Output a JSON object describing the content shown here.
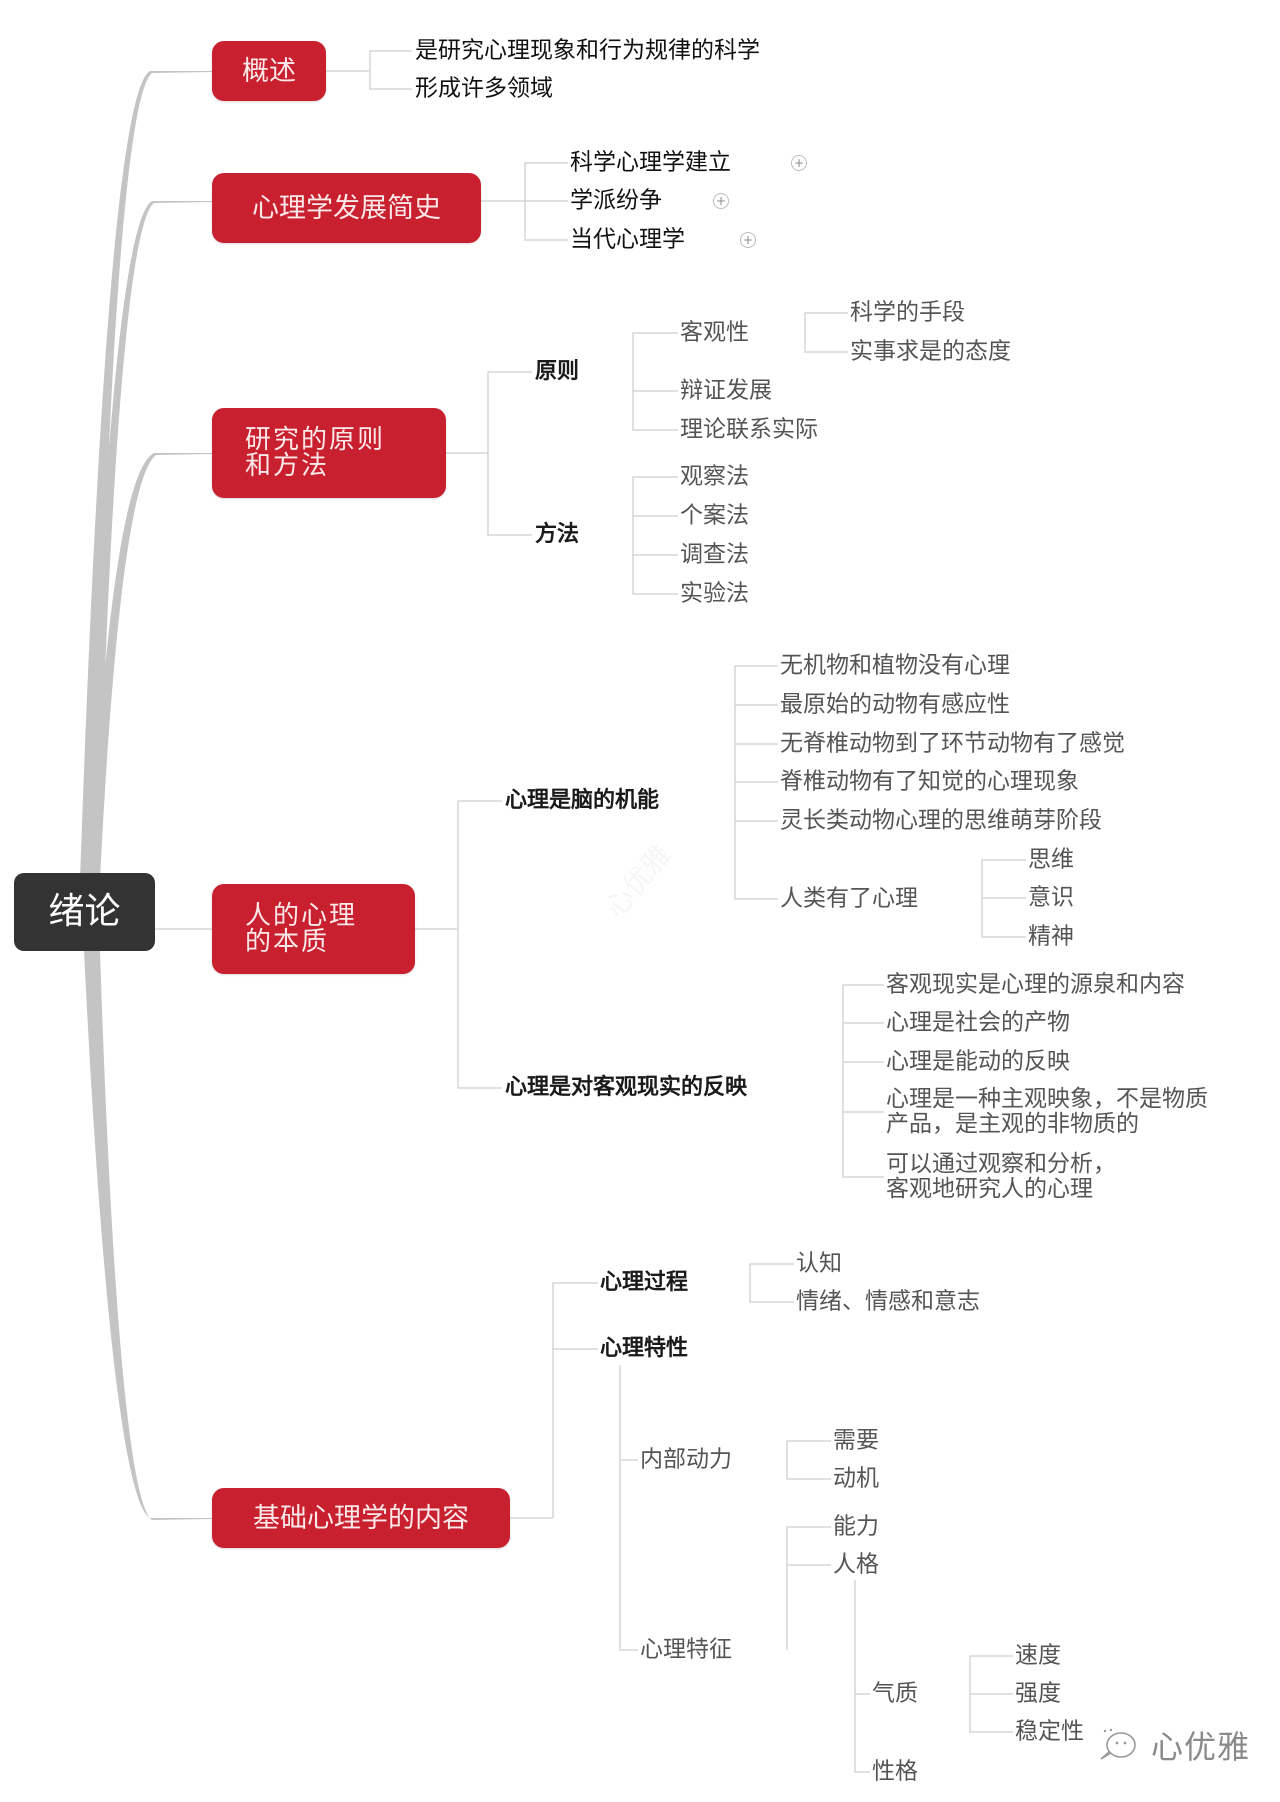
{
  "root": {
    "label": "绪论"
  },
  "branches": {
    "overview": {
      "label": "概述",
      "children": [
        "是研究心理现象和行为规律的科学",
        "形成许多领域"
      ]
    },
    "history": {
      "label": "心理学发展简史",
      "children": [
        {
          "label": "科学心理学建立",
          "collapsed": true
        },
        {
          "label": "学派纷争",
          "collapsed": true
        },
        {
          "label": "当代心理学",
          "collapsed": true
        }
      ],
      "expand_icon": "+"
    },
    "methods": {
      "label_line1": "研究的原则",
      "label_line2": "和方法",
      "principles": {
        "label": "原则",
        "objectivity": {
          "label": "客观性",
          "children": [
            "科学的手段",
            "实事求是的态度"
          ]
        },
        "others": [
          "辩证发展",
          "理论联系实际"
        ]
      },
      "approaches": {
        "label": "方法",
        "children": [
          "观察法",
          "个案法",
          "调查法",
          "实验法"
        ]
      }
    },
    "nature": {
      "label_line1": "人的心理",
      "label_line2": "的本质",
      "brain": {
        "label": "心理是脑的机能",
        "children": [
          "无机物和植物没有心理",
          "最原始的动物有感应性",
          "无脊椎动物到了环节动物有了感觉",
          "脊椎动物有了知觉的心理现象",
          "灵长类动物心理的思维萌芽阶段"
        ],
        "human": {
          "label": "人类有了心理",
          "children": [
            "思维",
            "意识",
            "精神"
          ]
        }
      },
      "reflection": {
        "label": "心理是对客观现实的反映",
        "children": [
          {
            "line1": "客观现实是心理的源泉和内容"
          },
          {
            "line1": "心理是社会的产物"
          },
          {
            "line1": "心理是能动的反映"
          },
          {
            "line1": "心理是一种主观映象，不是物质",
            "line2": "产品，是主观的非物质的"
          },
          {
            "line1": "可以通过观察和分析，",
            "line2": "客观地研究人的心理"
          }
        ]
      }
    },
    "content": {
      "label": "基础心理学的内容",
      "process": {
        "label": "心理过程",
        "children": [
          "认知",
          "情绪、情感和意志"
        ]
      },
      "traits": {
        "label": "心理特性",
        "motivation": {
          "label": "内部动力",
          "children": [
            "需要",
            "动机"
          ]
        },
        "features": {
          "label": "心理特征",
          "ability": "能力",
          "personality": {
            "label": "人格",
            "temperament": {
              "label": "气质",
              "children": [
                "速度",
                "强度",
                "稳定性"
              ]
            },
            "character": "性格"
          }
        }
      }
    }
  },
  "watermark": {
    "brand": "心优雅",
    "faint": "心优雅"
  },
  "colors": {
    "root_bg": "#333333",
    "branch_bg": "#C8202F",
    "spine": "#c4c4c4",
    "connector": "#d0d0d0"
  }
}
